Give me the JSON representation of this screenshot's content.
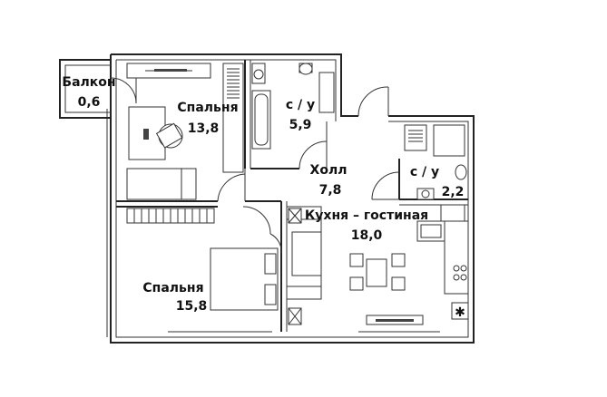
{
  "rooms": [
    {
      "id": "balcony",
      "name": "Балкон",
      "area": "0,6"
    },
    {
      "id": "bedroom1",
      "name": "Спальня",
      "area": "13,8"
    },
    {
      "id": "bath1",
      "name": "с / у",
      "area": "5,9"
    },
    {
      "id": "hall",
      "name": "Холл",
      "area": "7,8"
    },
    {
      "id": "bath2",
      "name": "с / у",
      "area": "2,2"
    },
    {
      "id": "kitchen",
      "name": "Кухня – гостиная",
      "area": "18,0"
    },
    {
      "id": "bedroom2",
      "name": "Спальня",
      "area": "15,8"
    }
  ],
  "icons": {
    "vent": "asterisk-icon"
  }
}
